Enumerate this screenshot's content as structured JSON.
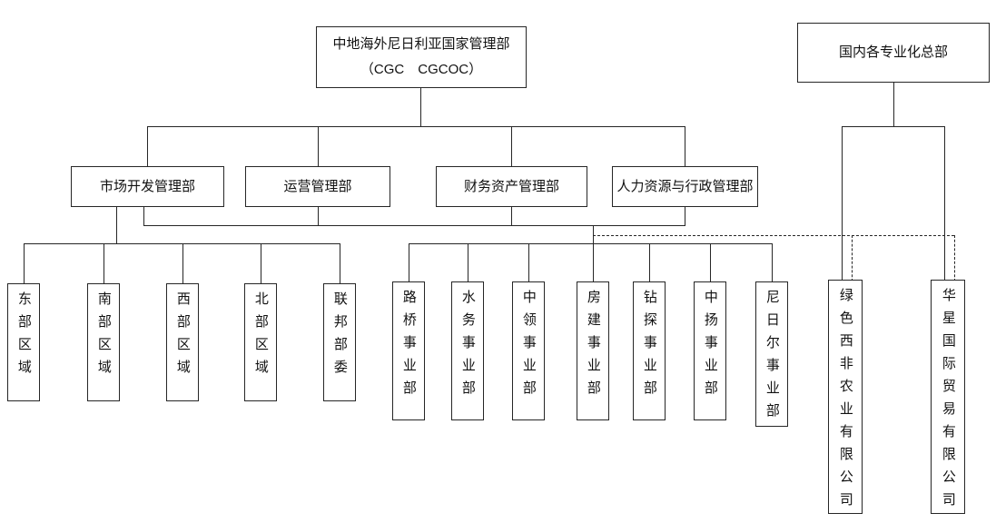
{
  "org_chart": {
    "root": {
      "line1": "中地海外尼日利亚国家管理部",
      "line2": "（CGC　CGCOC）"
    },
    "domestic_hq": "国内各专业化总部",
    "departments": [
      "市场开发管理部",
      "运营管理部",
      "财务资产管理部",
      "人力资源与行政管理部"
    ],
    "regions": [
      "东部区域",
      "南部区域",
      "西部区域",
      "北部区域",
      "联邦部委"
    ],
    "business_units": [
      "路桥事业部",
      "水务事业部",
      "中领事业部",
      "房建事业部",
      "钻探事业部",
      "中扬事业部",
      "尼日尔事业部"
    ],
    "companies": [
      "绿色西非农业有限公司",
      "华星国际贸易有限公司"
    ],
    "line_color": "#262626"
  }
}
